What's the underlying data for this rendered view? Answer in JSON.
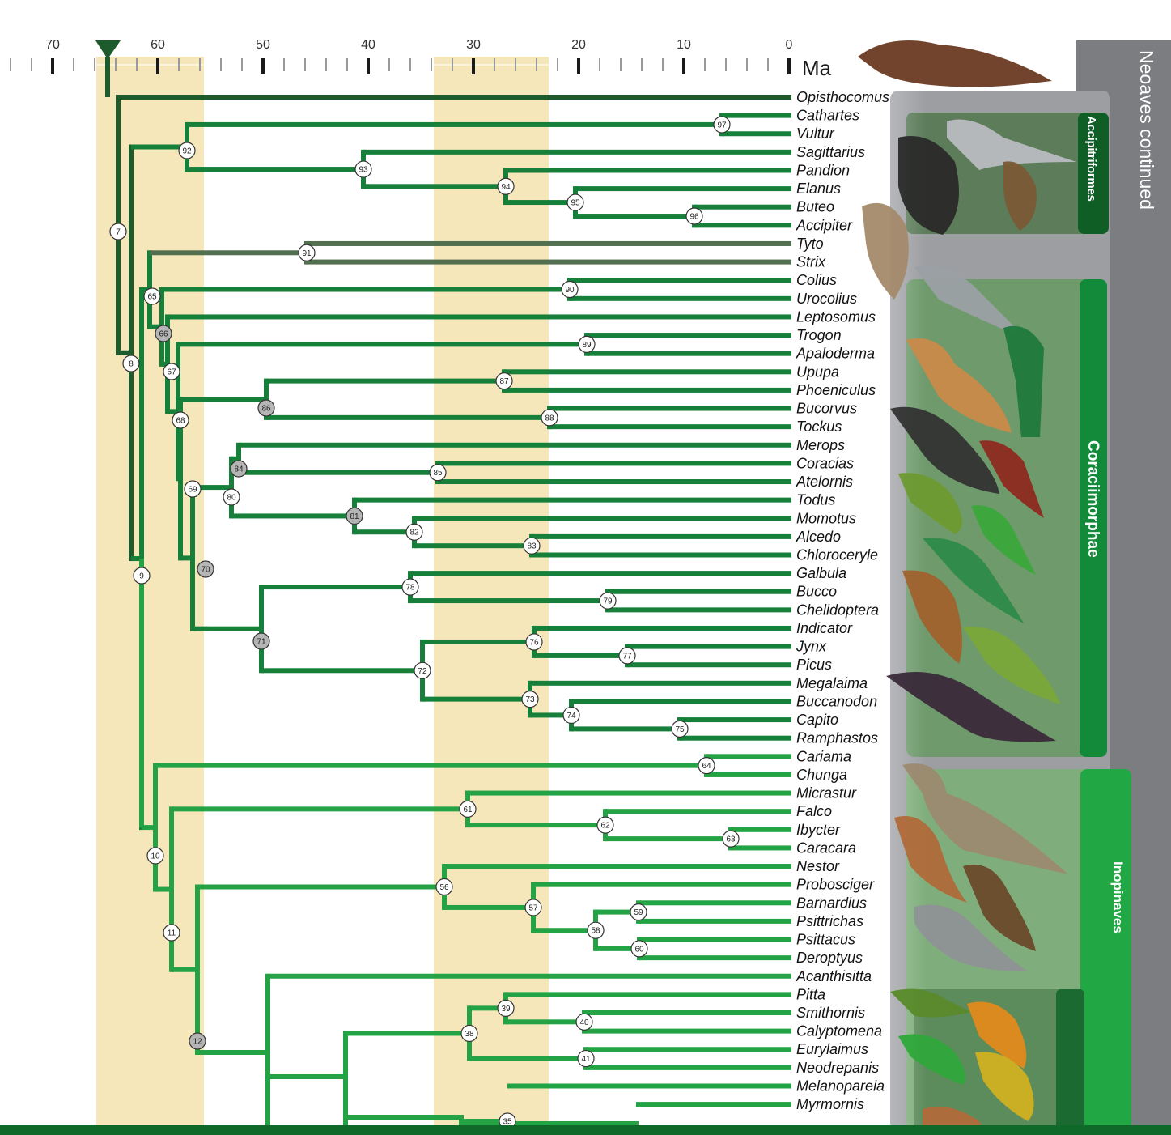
{
  "axis": {
    "unit": "Ma",
    "ticks": [
      "70",
      "60",
      "50",
      "40",
      "30",
      "20",
      "10",
      "0"
    ]
  },
  "clades": {
    "neoaves_label": "Neoaves continued",
    "accipitriformes": "Accipitriformes",
    "coraciimorphae": "Coraciimorphae",
    "inopinaves": "Inopinaves"
  },
  "colors": {
    "dark_branch": "#1e5b2c",
    "mid_branch": "#16803a",
    "light_branch": "#24a344",
    "owl_branch": "#52704f",
    "tan_band": "#f6e7bb",
    "grey_panel": "#7b7d80"
  },
  "taxa": [
    "Opisthocomus",
    "Cathartes",
    "Vultur",
    "Sagittarius",
    "Pandion",
    "Elanus",
    "Buteo",
    "Accipiter",
    "Tyto",
    "Strix",
    "Colius",
    "Urocolius",
    "Leptosomus",
    "Trogon",
    "Apaloderma",
    "Upupa",
    "Phoeniculus",
    "Bucorvus",
    "Tockus",
    "Merops",
    "Coracias",
    "Atelornis",
    "Todus",
    "Momotus",
    "Alcedo",
    "Chloroceryle",
    "Galbula",
    "Bucco",
    "Chelidoptera",
    "Indicator",
    "Jynx",
    "Picus",
    "Megalaima",
    "Buccanodon",
    "Capito",
    "Ramphastos",
    "Cariama",
    "Chunga",
    "Micrastur",
    "Falco",
    "Ibycter",
    "Caracara",
    "Nestor",
    "Probosciger",
    "Barnardius",
    "Psittrichas",
    "Psittacus",
    "Deroptyus",
    "Acanthisitta",
    "Pitta",
    "Smithornis",
    "Calyptomena",
    "Eurylaimus",
    "Neodrepanis",
    "Melanopareia",
    "Myrmornis"
  ],
  "nodes": [
    {
      "id": "7",
      "grey": false
    },
    {
      "id": "8",
      "grey": false
    },
    {
      "id": "9",
      "grey": false
    },
    {
      "id": "10",
      "grey": false
    },
    {
      "id": "11",
      "grey": false
    },
    {
      "id": "12",
      "grey": true
    },
    {
      "id": "35",
      "grey": false
    },
    {
      "id": "38",
      "grey": false
    },
    {
      "id": "39",
      "grey": false
    },
    {
      "id": "40",
      "grey": false
    },
    {
      "id": "41",
      "grey": false
    },
    {
      "id": "56",
      "grey": false
    },
    {
      "id": "57",
      "grey": false
    },
    {
      "id": "58",
      "grey": false
    },
    {
      "id": "59",
      "grey": false
    },
    {
      "id": "60",
      "grey": false
    },
    {
      "id": "61",
      "grey": false
    },
    {
      "id": "62",
      "grey": false
    },
    {
      "id": "63",
      "grey": false
    },
    {
      "id": "64",
      "grey": false
    },
    {
      "id": "65",
      "grey": false
    },
    {
      "id": "66",
      "grey": true
    },
    {
      "id": "67",
      "grey": false
    },
    {
      "id": "68",
      "grey": false
    },
    {
      "id": "69",
      "grey": false
    },
    {
      "id": "70",
      "grey": true
    },
    {
      "id": "71",
      "grey": true
    },
    {
      "id": "72",
      "grey": false
    },
    {
      "id": "73",
      "grey": false
    },
    {
      "id": "74",
      "grey": false
    },
    {
      "id": "75",
      "grey": false
    },
    {
      "id": "76",
      "grey": false
    },
    {
      "id": "77",
      "grey": false
    },
    {
      "id": "78",
      "grey": false
    },
    {
      "id": "79",
      "grey": false
    },
    {
      "id": "80",
      "grey": false
    },
    {
      "id": "81",
      "grey": true
    },
    {
      "id": "82",
      "grey": false
    },
    {
      "id": "83",
      "grey": false
    },
    {
      "id": "84",
      "grey": true
    },
    {
      "id": "85",
      "grey": false
    },
    {
      "id": "86",
      "grey": true
    },
    {
      "id": "87",
      "grey": false
    },
    {
      "id": "88",
      "grey": false
    },
    {
      "id": "89",
      "grey": false
    },
    {
      "id": "90",
      "grey": false
    },
    {
      "id": "91",
      "grey": false
    },
    {
      "id": "92",
      "grey": false
    },
    {
      "id": "93",
      "grey": false
    },
    {
      "id": "94",
      "grey": false
    },
    {
      "id": "95",
      "grey": false
    },
    {
      "id": "96",
      "grey": false
    },
    {
      "id": "97",
      "grey": false
    }
  ]
}
